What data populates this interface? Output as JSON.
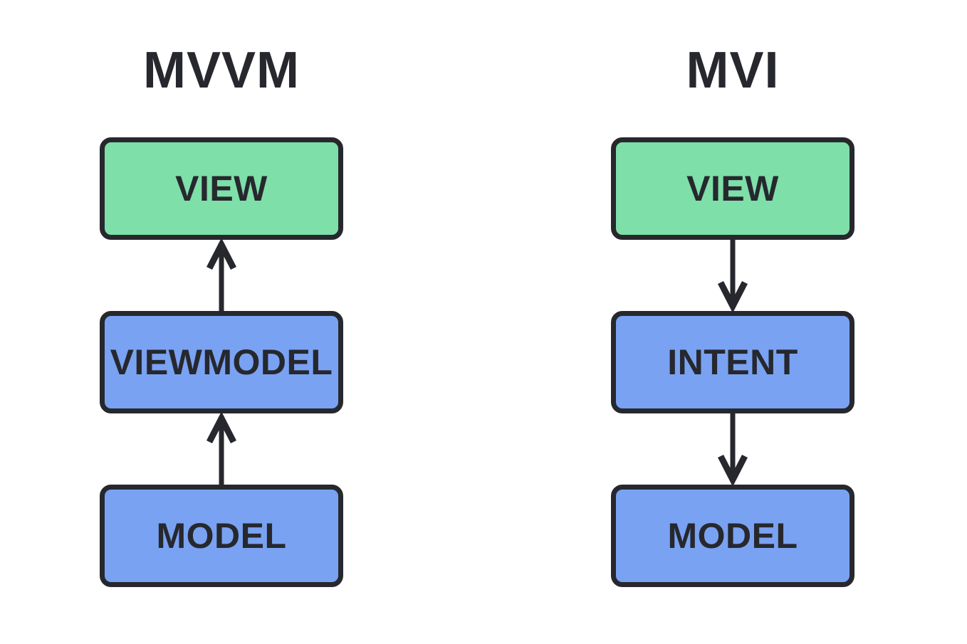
{
  "diagram": {
    "columns": [
      {
        "title": "MVVM",
        "nodes": [
          {
            "label": "VIEW",
            "color": "green"
          },
          {
            "label": "VIEWMODEL",
            "color": "blue"
          },
          {
            "label": "MODEL",
            "color": "blue"
          }
        ],
        "arrows": [
          {
            "from": "VIEWMODEL",
            "to": "VIEW",
            "direction": "up"
          },
          {
            "from": "MODEL",
            "to": "VIEWMODEL",
            "direction": "up"
          }
        ]
      },
      {
        "title": "MVI",
        "nodes": [
          {
            "label": "VIEW",
            "color": "green"
          },
          {
            "label": "INTENT",
            "color": "blue"
          },
          {
            "label": "MODEL",
            "color": "blue"
          }
        ],
        "arrows": [
          {
            "from": "VIEW",
            "to": "INTENT",
            "direction": "down"
          },
          {
            "from": "INTENT",
            "to": "MODEL",
            "direction": "down"
          }
        ]
      }
    ]
  },
  "colors": {
    "green-fill": "#7EDFA8",
    "blue-fill": "#7AA2F2",
    "ink": "#26282E",
    "background": "#FFFFFF"
  }
}
